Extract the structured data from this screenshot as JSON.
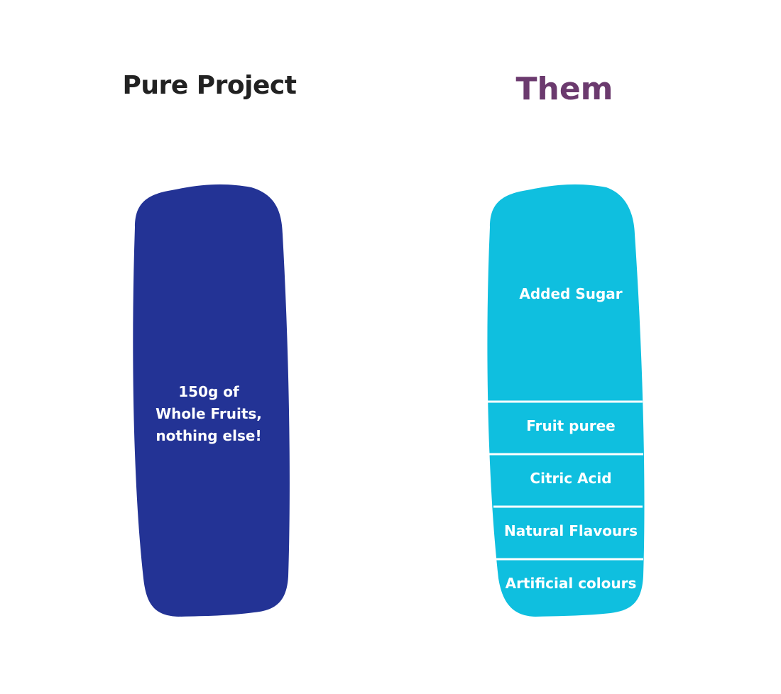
{
  "colors": {
    "background": "#ffffff",
    "pure_blob": "#233395",
    "them_blob": "#0fbfdf",
    "left_title": "#222222",
    "right_title": "#6b3a6e",
    "blob_text": "#ffffff",
    "divider": "#ffffff"
  },
  "left": {
    "title": "Pure Project",
    "content_lines": [
      "150g of",
      "Whole Fruits,",
      "nothing else!"
    ]
  },
  "right": {
    "title": "Them",
    "segments": [
      "Added Sugar",
      "Fruit puree",
      "Citric Acid",
      "Natural Flavours",
      "Artificial colours"
    ]
  }
}
